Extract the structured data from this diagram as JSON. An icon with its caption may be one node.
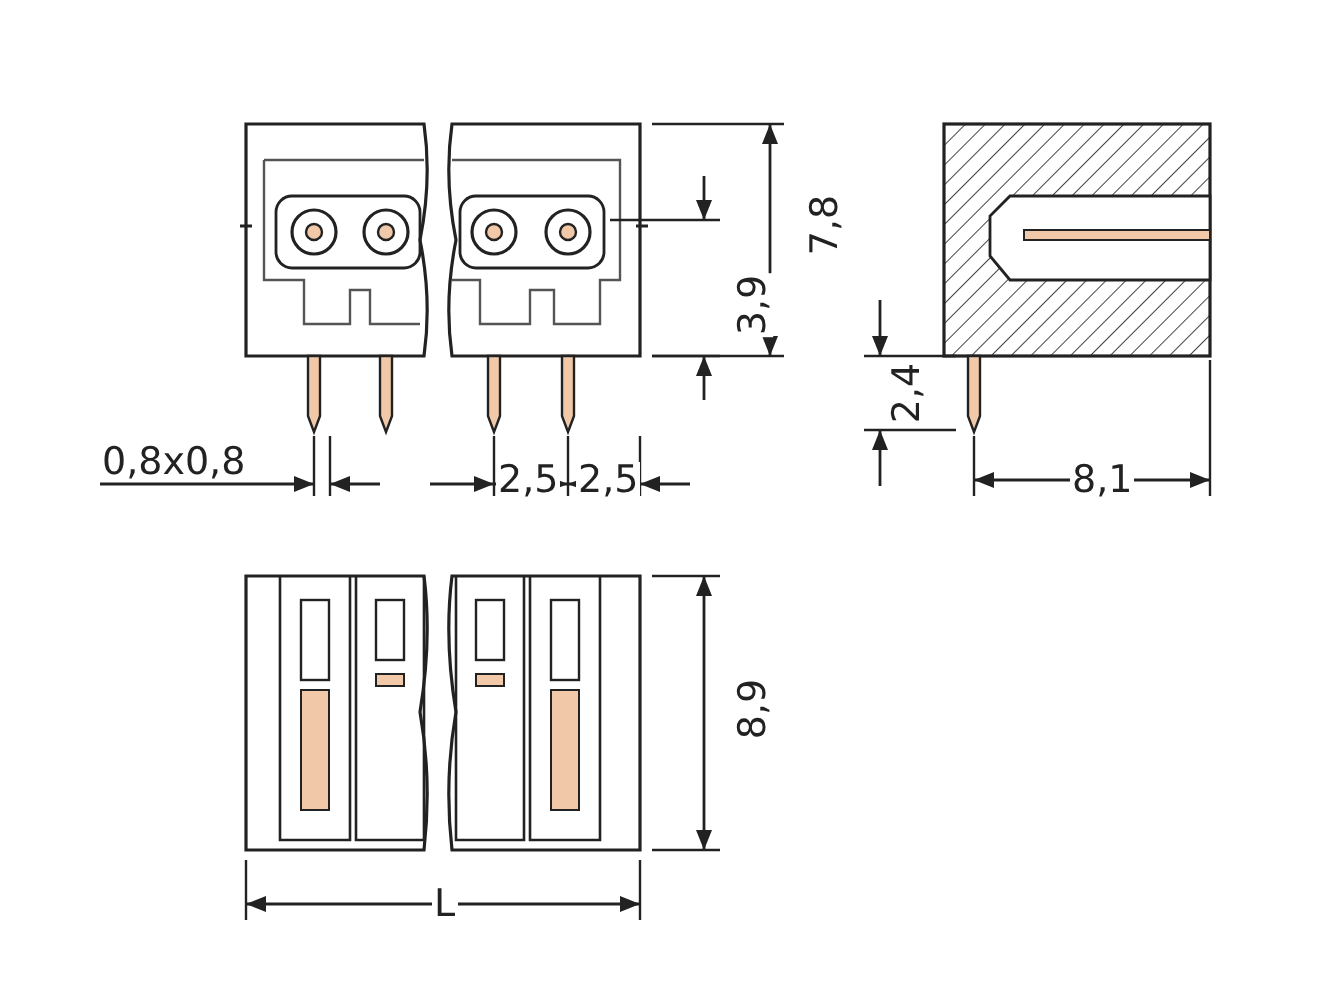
{
  "diagram": {
    "labels": [
      "7,8",
      "3,9",
      "2,4",
      "0,8x0,8",
      "2,5",
      "2,5",
      "8,1",
      "8,9",
      "L"
    ]
  }
}
